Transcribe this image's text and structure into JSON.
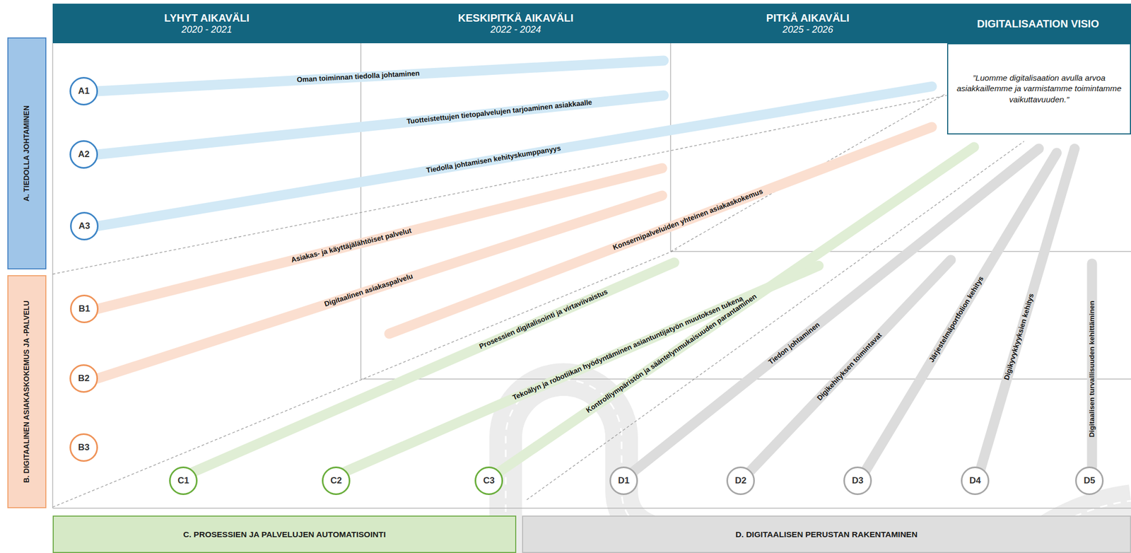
{
  "diagram": {
    "nodes": [
      {
        "text": [
          "LYHYT AIKAVÄLI",
          "2020 - 2021"
        ]
      },
      {
        "text": [
          "KESKIPITKÄ AIKAVÄLI",
          "2022 - 2024"
        ]
      },
      {
        "text": [
          "PITKÄ AIKAVÄLI",
          "2025 - 2026"
        ]
      },
      {
        "text": [
          "DIGITALISAATION VISIO"
        ]
      },
      {
        "text": [
          "”Luomme digitalisaation avulla arvoa asiakkaillemme ja varmistamme toimintamme vaikuttavuuden.”"
        ]
      },
      {
        "text": [
          "A. TIEDOLLA JOHTAMINEN"
        ]
      },
      {
        "text": [
          "B. DIGITAALINEN ASIAKASKOKEMUS JA -PALVELU"
        ]
      },
      {
        "text": [
          "C. PROSESSIEN JA PALVELUJEN AUTOMATISOINTI"
        ]
      },
      {
        "text": [
          "D. DIGITAALISEN PERUSTAN RAKENTAMINEN"
        ]
      },
      {
        "text": [
          "A1"
        ]
      },
      {
        "text": [
          "A2"
        ]
      },
      {
        "text": [
          "A3"
        ]
      },
      {
        "text": [
          "B1"
        ]
      },
      {
        "text": [
          "B2"
        ]
      },
      {
        "text": [
          "B3"
        ]
      },
      {
        "text": [
          "C1"
        ]
      },
      {
        "text": [
          "C2"
        ]
      },
      {
        "text": [
          "C3"
        ]
      },
      {
        "text": [
          "D1"
        ]
      },
      {
        "text": [
          "D2"
        ]
      },
      {
        "text": [
          "D3"
        ]
      },
      {
        "text": [
          "D4"
        ]
      },
      {
        "text": [
          "D5"
        ]
      }
    ],
    "labels": [
      "Oman toiminnan tiedolla johtaminen",
      "Tuotteistettujen tietopalvelujen tarjoaminen asiakkaalle",
      "Tiedolla johtamisen kehityskumppanyys",
      "Asiakas- ja käyttäjälähtöiset palvelut",
      "Digitaalinen asiakaspalvelu",
      "Konsernipalveluiden yhteinen asiakaskokemus",
      "Prosessien digitalisointi ja virtaviivaistus",
      "Tekoälyn ja robotiikan hyödyntäminen asiantuntijatyön muutoksen tukena",
      "Kontrolliympäristön ja sääntelynmukaisuuden parantaminen",
      "Tiedon johtaminen",
      "Digikehityksen toimintavat",
      "Järjestelmäportfolion kehitys",
      "Digikyvykkyyksien kehitys",
      "Digitaalisen turvallisuuden kehittäminen"
    ]
  }
}
